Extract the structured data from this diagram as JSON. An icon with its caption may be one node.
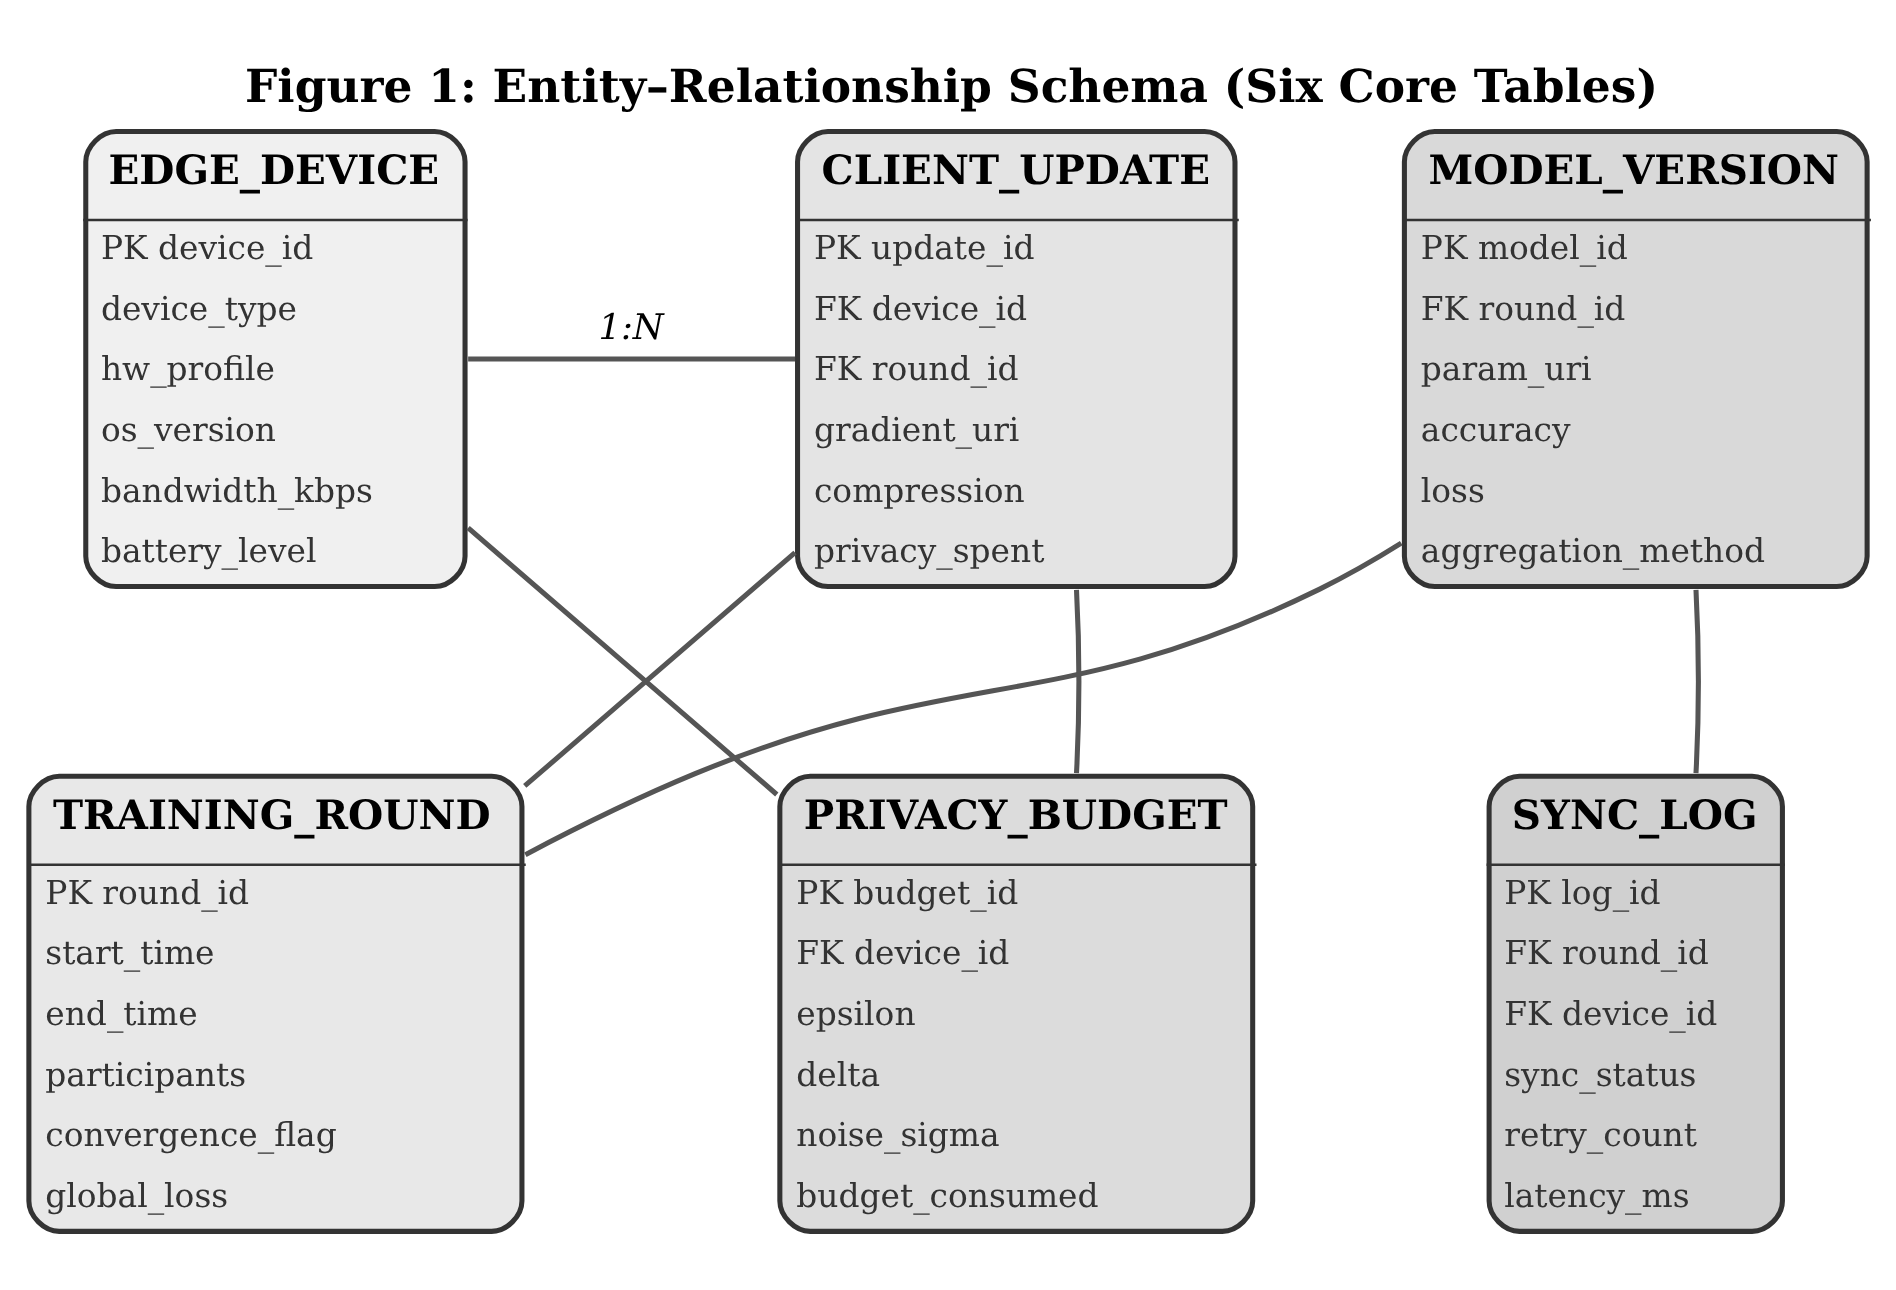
{
  "diagram": {
    "title": "Figure 1: Entity–Relationship Schema (Six Core Tables)",
    "nodes": [
      {
        "text": [
          "EDGE_DEVICE",
          "PK device_id",
          "device_type",
          "hw_profile",
          "os_version",
          "bandwidth_kbps",
          "battery_level"
        ]
      },
      {
        "text": [
          "CLIENT_UPDATE",
          "PK update_id",
          "FK device_id",
          "FK round_id",
          "gradient_uri",
          "compression",
          "privacy_spent"
        ]
      },
      {
        "text": [
          "MODEL_VERSION",
          "PK model_id",
          "FK round_id",
          "param_uri",
          "accuracy",
          "loss",
          "aggregation_method"
        ]
      },
      {
        "text": [
          "TRAINING_ROUND",
          "PK round_id",
          "start_time",
          "end_time",
          "participants",
          "convergence_flag",
          "global_loss"
        ]
      },
      {
        "text": [
          "PRIVACY_BUDGET",
          "PK budget_id",
          "FK device_id",
          "epsilon",
          "delta",
          "noise_sigma",
          "budget_consumed"
        ]
      },
      {
        "text": [
          "SYNC_LOG",
          "PK log_id",
          "FK round_id",
          "FK device_id",
          "sync_status",
          "retry_count",
          "latency_ms"
        ]
      }
    ],
    "edges": [
      {
        "from": 0,
        "to": 1,
        "arrow": "none",
        "label": "1:N"
      },
      {
        "from": 3,
        "to": 1,
        "arrow": "none"
      },
      {
        "from": 0,
        "to": 4,
        "arrow": "none"
      },
      {
        "from": 1,
        "to": 4,
        "arrow": "none"
      },
      {
        "from": 3,
        "to": 2,
        "arrow": "none"
      },
      {
        "from": 2,
        "to": 5,
        "arrow": "none"
      }
    ]
  }
}
